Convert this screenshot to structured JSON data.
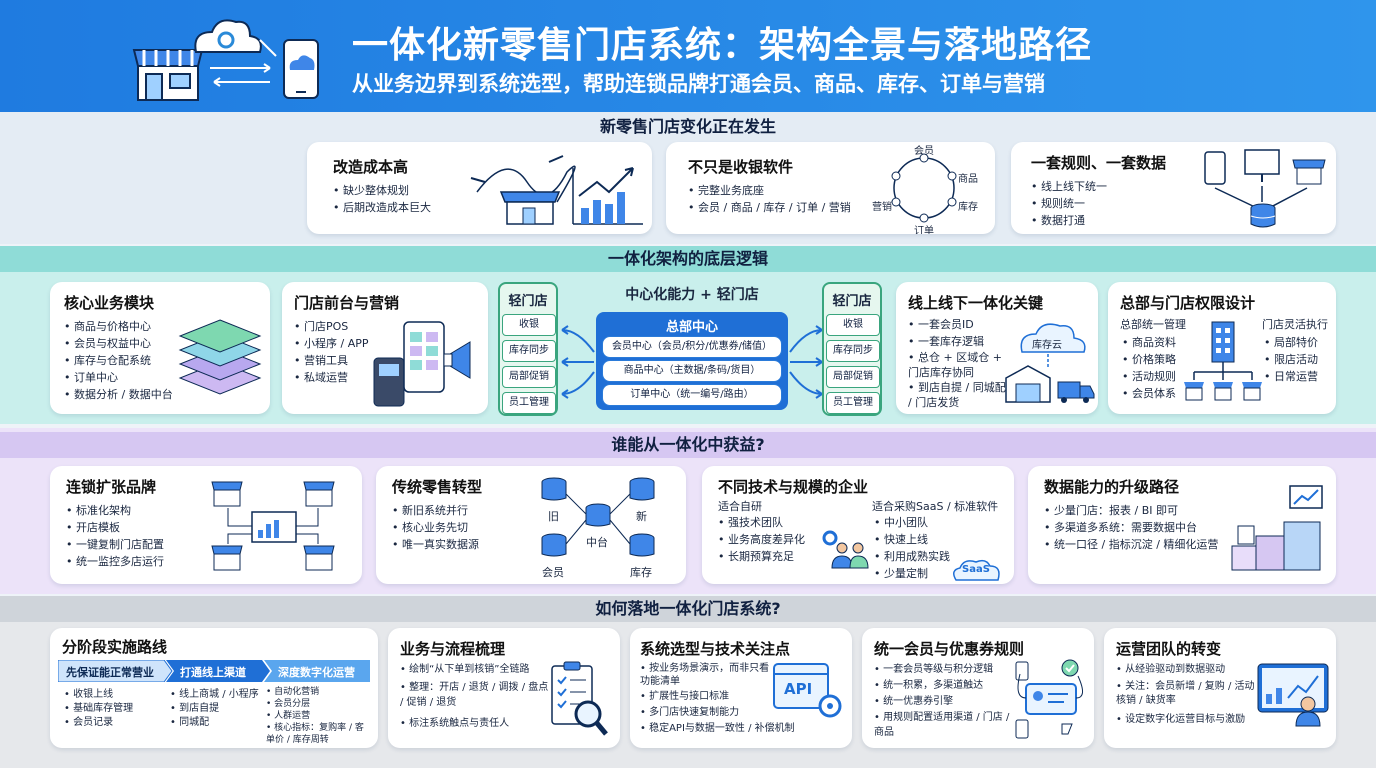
{
  "header": {
    "title": "一体化新零售门店系统：架构全景与落地路径",
    "subtitle": "从业务边界到系统选型，帮助连锁品牌打通会员、商品、库存、订单与营销"
  },
  "section1": {
    "title": "新零售门店变化正在发生",
    "cards": [
      {
        "title": "改造成本高",
        "items": [
          "缺少整体规划",
          "后期改造成本巨大"
        ]
      },
      {
        "title": "不只是收银软件",
        "items": [
          "完整业务底座",
          "会员 / 商品 / 库存 / 订单 / 营销"
        ],
        "ring": [
          "会员",
          "商品",
          "库存",
          "订单",
          "营销"
        ]
      },
      {
        "title": "一套规则、一套数据",
        "items": [
          "线上线下统一",
          "规则统一",
          "数据打通"
        ]
      }
    ]
  },
  "section2": {
    "title": "一体化架构的底层逻辑",
    "core": {
      "title": "核心业务模块",
      "items": [
        "商品与价格中心",
        "会员与权益中心",
        "库存与仓配系统",
        "订单中心",
        "数据分析 / 数据中台"
      ]
    },
    "front": {
      "title": "门店前台与营销",
      "items": [
        "门店POS",
        "小程序 / APP",
        "营销工具",
        "私域运营"
      ]
    },
    "center": {
      "title": "中心化能力 + 轻门店",
      "hq": "总部中心",
      "hq_items": [
        "会员中心（会员/积分/优惠券/储值）",
        "商品中心（主数据/条码/货目）",
        "订单中心（统一编号/路由）"
      ],
      "store_label": "轻门店",
      "store_items": [
        "收银",
        "库存同步",
        "局部促销",
        "员工管理"
      ]
    },
    "omni": {
      "title": "线上线下一体化关键",
      "items": [
        "一套会员ID",
        "一套库存逻辑",
        "总仓 + 区域仓 + 门店库存协同",
        "到店自提 / 同城配 / 门店发货"
      ],
      "cloud": "库存云"
    },
    "perm": {
      "title": "总部与门店权限设计",
      "hq_label": "总部统一管理",
      "hq_items": [
        "商品资料",
        "价格策略",
        "活动规则",
        "会员体系"
      ],
      "store_label": "门店灵活执行",
      "store_items": [
        "局部特价",
        "限店活动",
        "日常运营"
      ]
    }
  },
  "section3": {
    "title": "谁能从一体化中获益?",
    "chain": {
      "title": "连锁扩张品牌",
      "items": [
        "标准化架构",
        "开店模板",
        "一键复制门店配置",
        "统一监控多店运行"
      ]
    },
    "trad": {
      "title": "传统零售转型",
      "items": [
        "新旧系统并行",
        "核心业务先切",
        "唯一真实数据源"
      ],
      "labels": [
        "旧",
        "中台",
        "新",
        "会员",
        "库存"
      ]
    },
    "tech": {
      "title": "不同技术与规模的企业",
      "left_label": "适合自研",
      "left_items": [
        "强技术团队",
        "业务高度差异化",
        "长期预算充足"
      ],
      "right_label": "适合采购SaaS / 标准软件",
      "right_items": [
        "中小团队",
        "快速上线",
        "利用成熟实践",
        "少量定制"
      ],
      "saas": "SaaS"
    },
    "data": {
      "title": "数据能力的升级路径",
      "items": [
        "少量门店：报表 / BI 即可",
        "多渠道多系统：需要数据中台",
        "统一口径 / 指标沉淀 / 精细化运营"
      ]
    }
  },
  "section4": {
    "title": "如何落地一体化门店系统?",
    "phases": {
      "title": "分阶段实施路线",
      "steps": [
        "先保证能正常营业",
        "打通线上渠道",
        "深度数字化运营"
      ],
      "cols": [
        [
          "收银上线",
          "基础库存管理",
          "会员记录"
        ],
        [
          "线上商城 / 小程序",
          "到店自提",
          "同城配"
        ],
        [
          "自动化营销",
          "会员分层",
          "人群运营",
          "核心指标：复购率 / 客单价 / 库存周转"
        ]
      ]
    },
    "process": {
      "title": "业务与流程梳理",
      "items": [
        "绘制“从下单到核销”全链路",
        "整理：开店 / 退货 / 调拨 / 盘点 / 促销 / 退货",
        "标注系统触点与责任人"
      ]
    },
    "select": {
      "title": "系统选型与技术关注点",
      "items": [
        "按业务场景演示，而非只看功能清单",
        "扩展性与接口标准",
        "多门店快速复制能力",
        "稳定API与数据一致性 / 补偿机制"
      ],
      "api": "API"
    },
    "member": {
      "title": "统一会员与优惠券规则",
      "items": [
        "一套会员等级与积分逻辑",
        "统一积累，多渠道触达",
        "统一优惠券引擎",
        "用规则配置适用渠道 / 门店 / 商品"
      ]
    },
    "ops": {
      "title": "运营团队的转变",
      "items": [
        "从经验驱动到数据驱动",
        "关注：会员新增 / 复购 / 活动核销 / 缺货率",
        "设定数字化运营目标与激励"
      ]
    }
  },
  "colors": {
    "header": "#1f7be0",
    "teal": "#7ed8d4",
    "purple": "#d9ccf4",
    "gray": "#d9dde2",
    "accent": "#1f6fd6"
  }
}
